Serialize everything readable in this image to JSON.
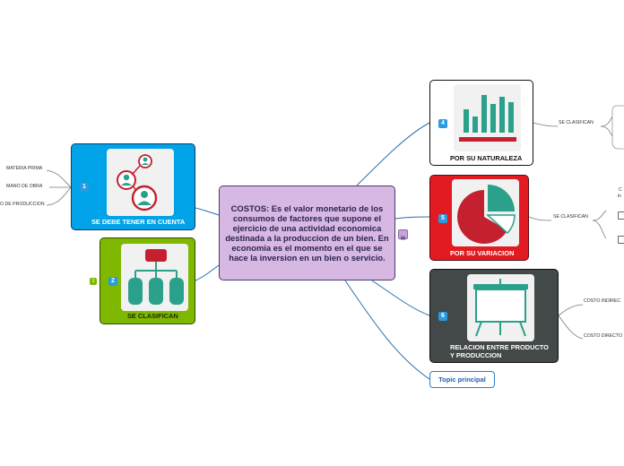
{
  "central": {
    "text": "COSTOS: Es el valor monetario de los consumos de factores que supone el ejercicio de una actividad economica destinada a la produccion de un bien. En economia es el momento en el que se hace la inversion en un bien o servicio."
  },
  "node1": {
    "number": "1",
    "label": "SE DEBE TENER EN CUENTA",
    "color": "#00a2e8",
    "children": [
      "MATERIA PRIMA",
      "MANO DE OBRA",
      "O DE PRODUCCION"
    ]
  },
  "node2": {
    "number": "2",
    "label": "SE CLASIFICAN",
    "color": "#7fb800",
    "marker": "3"
  },
  "node4": {
    "number": "4",
    "label": "POR SU NATURALEZA",
    "color": "#ffffff",
    "child": "SE CLASIFICAN"
  },
  "node5": {
    "number": "5",
    "label": "POR SU VARIACION",
    "color": "#e21b23",
    "child": "SE CLASIFICAN",
    "clipped_text": [
      "C",
      "in"
    ]
  },
  "node6": {
    "number": "6",
    "label": "RELACION ENTRE PRODUCTO Y PRODUCCION",
    "color": "#434849",
    "children": [
      "COSTO INDIREC",
      "COSTO DIRECTO"
    ]
  },
  "topic": {
    "label": "Topic principal"
  },
  "icons": {
    "central_marker": "notes-icon",
    "n1": "users-icon",
    "n2": "org-chart-icon",
    "n4": "bar-chart-icon",
    "n5": "pie-chart-icon",
    "n6": "presentation-board-icon"
  }
}
